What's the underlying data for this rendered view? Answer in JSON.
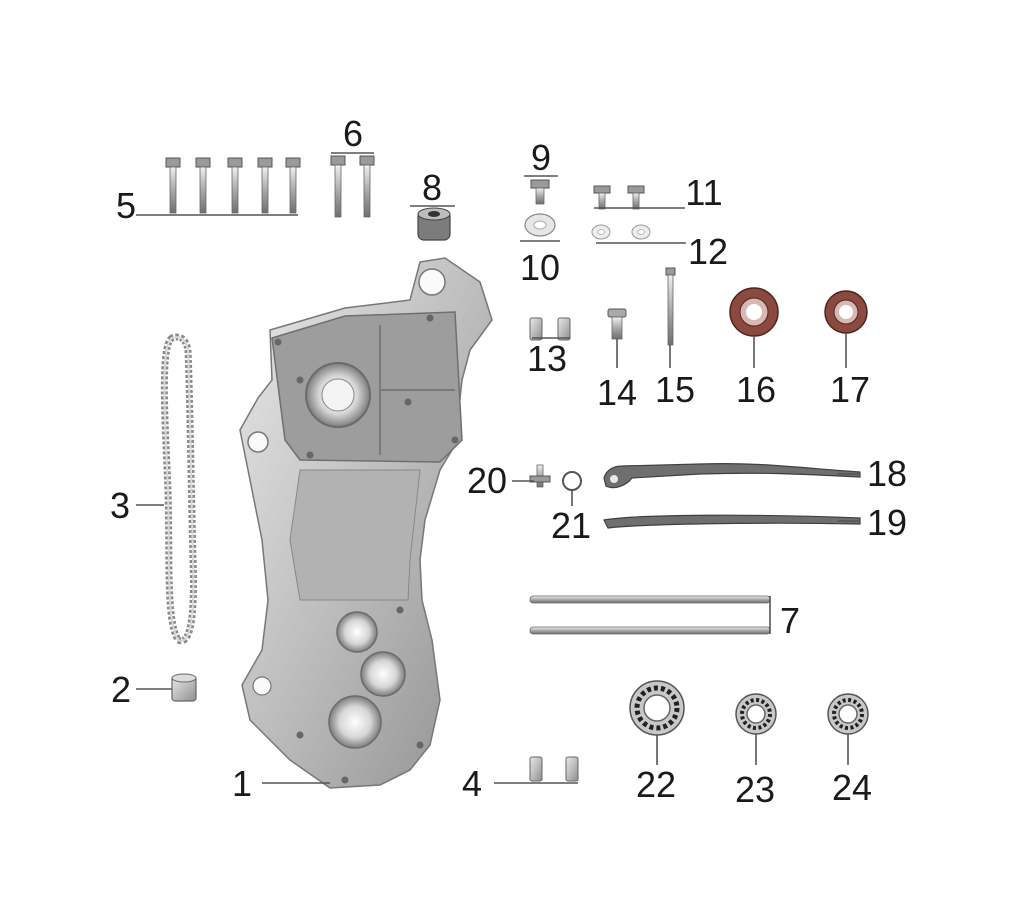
{
  "callouts": [
    {
      "id": "c1",
      "label": "1"
    },
    {
      "id": "c2",
      "label": "2"
    },
    {
      "id": "c3",
      "label": "3"
    },
    {
      "id": "c4",
      "label": "4"
    },
    {
      "id": "c5",
      "label": "5"
    },
    {
      "id": "c6",
      "label": "6"
    },
    {
      "id": "c7",
      "label": "7"
    },
    {
      "id": "c8",
      "label": "8"
    },
    {
      "id": "c9",
      "label": "9"
    },
    {
      "id": "c10",
      "label": "10"
    },
    {
      "id": "c11",
      "label": "11"
    },
    {
      "id": "c12",
      "label": "12"
    },
    {
      "id": "c13",
      "label": "13"
    },
    {
      "id": "c14",
      "label": "14"
    },
    {
      "id": "c15",
      "label": "15"
    },
    {
      "id": "c16",
      "label": "16"
    },
    {
      "id": "c17",
      "label": "17"
    },
    {
      "id": "c18",
      "label": "18"
    },
    {
      "id": "c19",
      "label": "19"
    },
    {
      "id": "c20",
      "label": "20"
    },
    {
      "id": "c21",
      "label": "21"
    },
    {
      "id": "c22",
      "label": "22"
    },
    {
      "id": "c23",
      "label": "23"
    },
    {
      "id": "c24",
      "label": "24"
    }
  ],
  "colors": {
    "metal": "#c4c4c4",
    "metal_dark": "#8f8f8f",
    "metal_light": "#e6e6e6",
    "seal": "#8a4a40",
    "label": "#1a1a1a"
  }
}
